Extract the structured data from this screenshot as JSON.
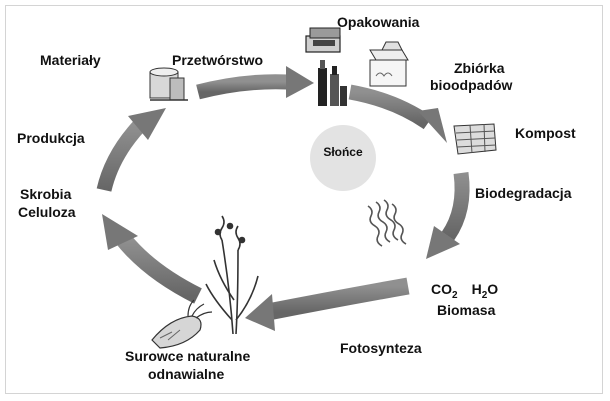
{
  "labels": {
    "materialy": "Materiały",
    "przetworstwo": "Przetwórstwo",
    "opakowania": "Opakowania",
    "zbiorka_line1": "Zbiórka",
    "zbiorka_line2": "bioodpadów",
    "kompost": "Kompost",
    "produkcja": "Produkcja",
    "skrobia": "Skrobia",
    "celuloza": "Celuloza",
    "biodegradacja": "Biodegradacja",
    "co2_base": "CO",
    "co2_sub": "2",
    "h2o_h": "H",
    "h2o_sub": "2",
    "h2o_o": "O",
    "biomasa": "Biomasa",
    "fotosynteza": "Fotosynteza",
    "surowce_line1": "Surowce naturalne",
    "surowce_line2": "odnawialne"
  },
  "center": {
    "label": "Słońce"
  },
  "icons": [
    "material-rolls-icon",
    "packaging-icon",
    "bottles-icon",
    "milk-carton-icon",
    "compost-bin-icon",
    "heat-waves-icon",
    "plant-icon",
    "root-vegetable-icon"
  ],
  "colors": {
    "arrow": "#7a7a7a",
    "sun": "#e3e3e3",
    "text": "#111111",
    "frame": "#d4d4d4"
  }
}
